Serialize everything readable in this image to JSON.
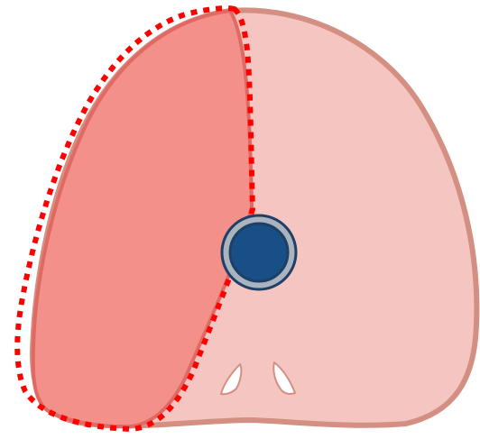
{
  "diagram": {
    "colors": {
      "background": "#ffffff",
      "outer_shape_fill": "#f5c6c1",
      "outer_shape_stroke": "#d48f83",
      "highlight_region_fill": "#f4908a",
      "highlight_region_inner_stroke": "#e06a63",
      "dotted_outline": "#ff0000",
      "center_ring": "#a9b4bf",
      "center_ring_stroke": "#1f3f66",
      "center_core": "#174f86",
      "foot_fill": "#ffffff",
      "foot_stroke": "#d48f83"
    },
    "elements": {
      "outer_shape": "shape",
      "highlight_region": "highlighted-region",
      "dotted_outline": "dashed-selection-outline",
      "center_marker": "center-circle",
      "left_foot": "left-notch",
      "right_foot": "right-notch"
    }
  }
}
